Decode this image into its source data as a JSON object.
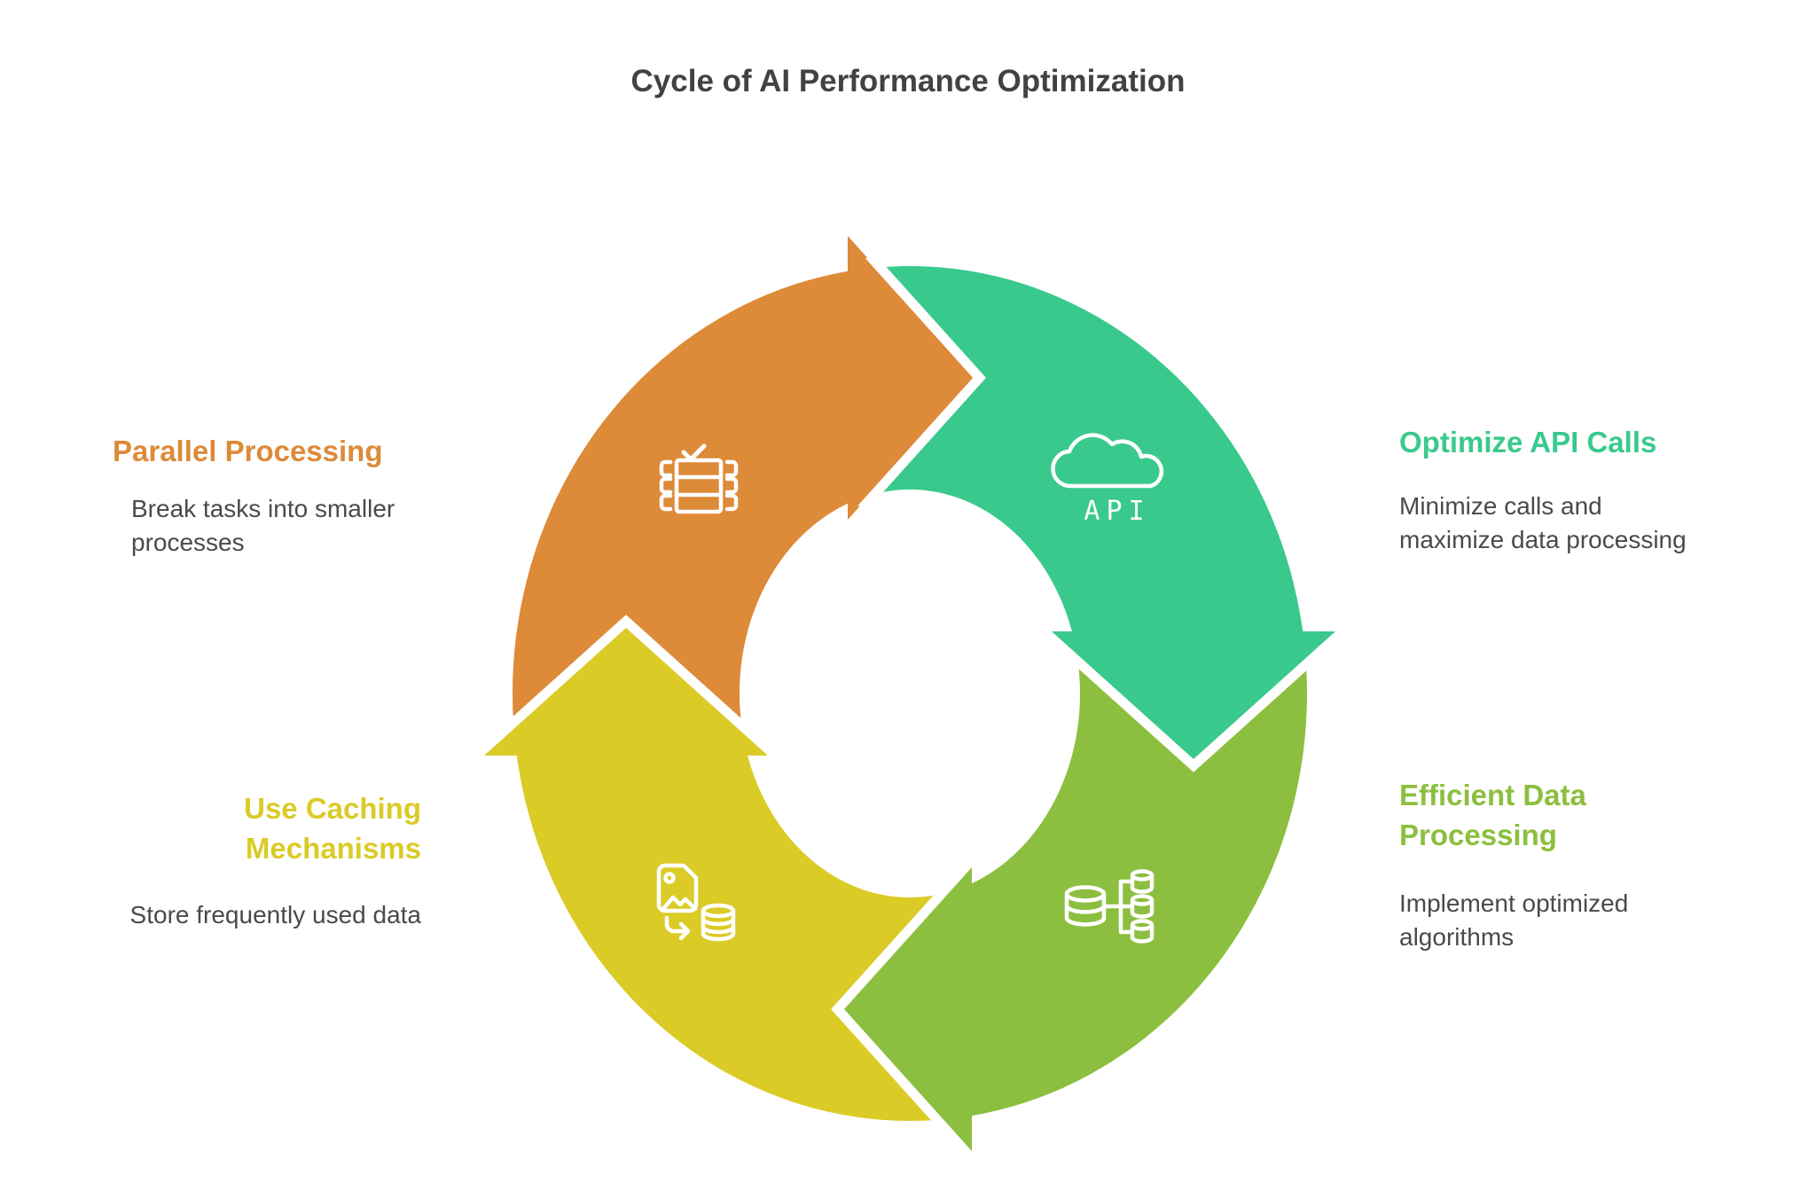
{
  "title": "Cycle of AI Performance Optimization",
  "title_color": "#424242",
  "description_color": "#4A4A4A",
  "background_color": "#ffffff",
  "cycle": {
    "direction": "clockwise",
    "gap_color": "#ffffff",
    "icon_stroke_color": "#ffffff",
    "steps": [
      {
        "id": "parallel-processing",
        "position": "top-left",
        "label": "Parallel Processing",
        "description": "Break tasks into smaller\nprocesses",
        "color": "#DD8A39",
        "icon": "table-check-icon"
      },
      {
        "id": "optimize-api-calls",
        "position": "top-right",
        "label": "Optimize API Calls",
        "description": "Minimize calls and\nmaximize data processing",
        "color": "#3AC98D",
        "icon": "cloud-api-icon",
        "icon_text": "API"
      },
      {
        "id": "efficient-data-processing",
        "position": "bottom-right",
        "label": "Efficient Data\nProcessing",
        "description": "Implement optimized\nalgorithms",
        "color": "#8CBF3F",
        "icon": "database-distribution-icon"
      },
      {
        "id": "use-caching-mechanisms",
        "position": "bottom-left",
        "label": "Use Caching\nMechanisms",
        "description": "Store frequently used data",
        "color": "#DACB27",
        "icon": "image-to-database-icon"
      }
    ]
  }
}
